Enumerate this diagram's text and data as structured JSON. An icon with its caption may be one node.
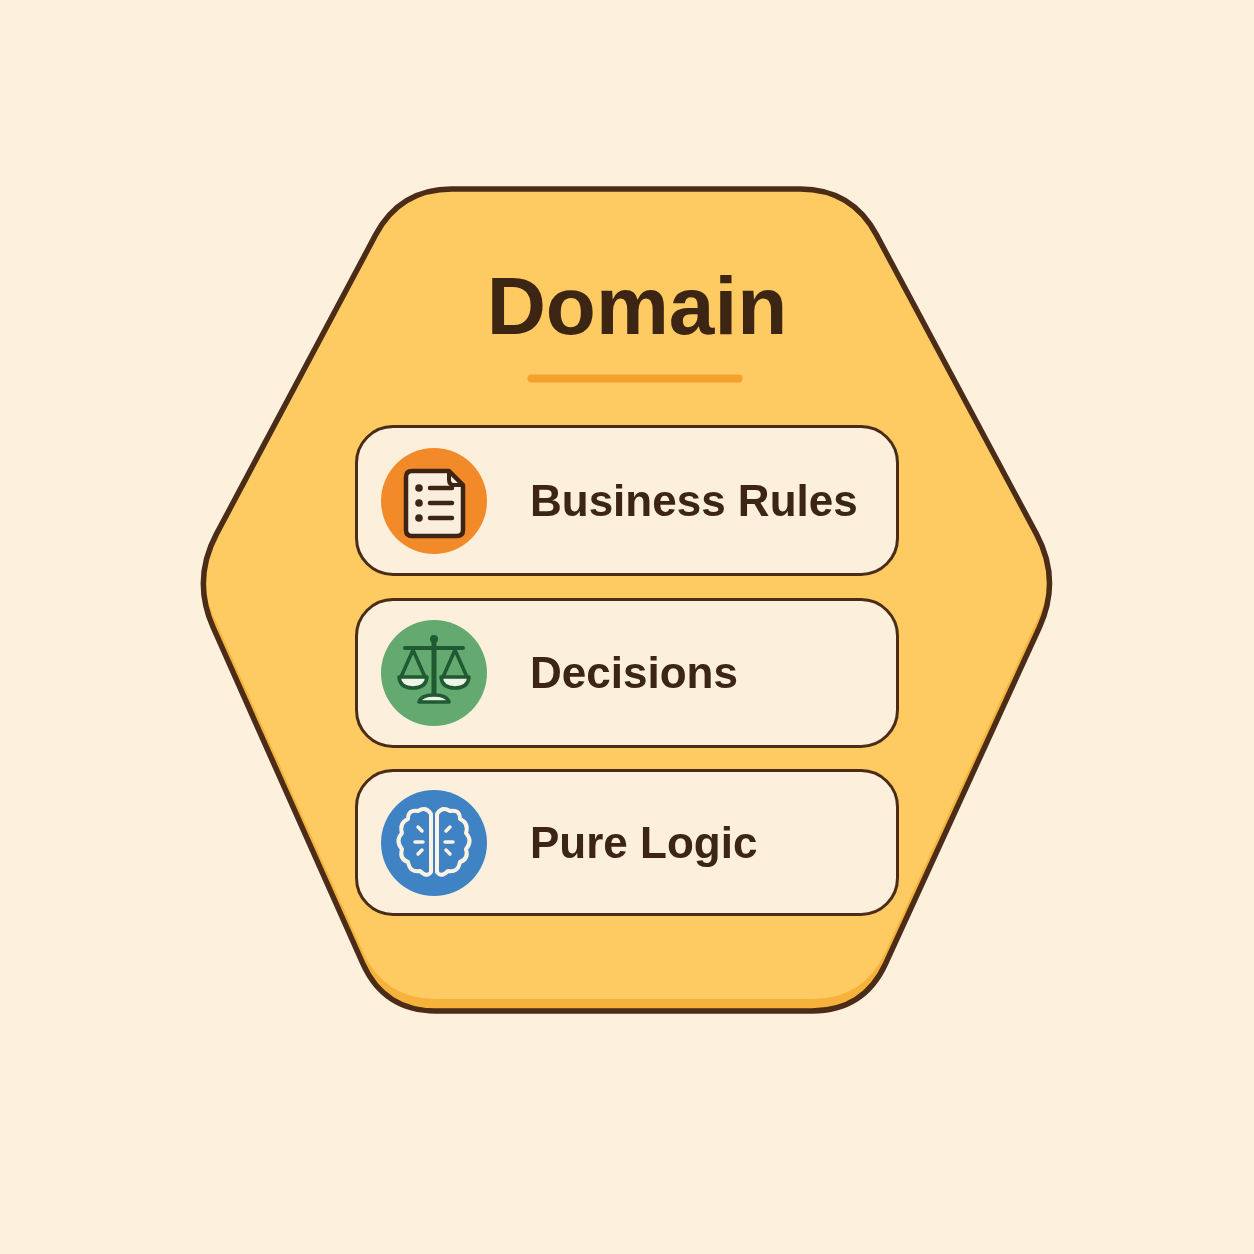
{
  "diagram": {
    "nodes": [
      {
        "text": [
          "Domain"
        ]
      },
      {
        "text": [
          "Business Rules"
        ],
        "in": 0
      },
      {
        "text": [
          "Decisions"
        ],
        "in": 0
      },
      {
        "text": [
          "Pure Logic"
        ],
        "in": 0
      }
    ]
  }
}
